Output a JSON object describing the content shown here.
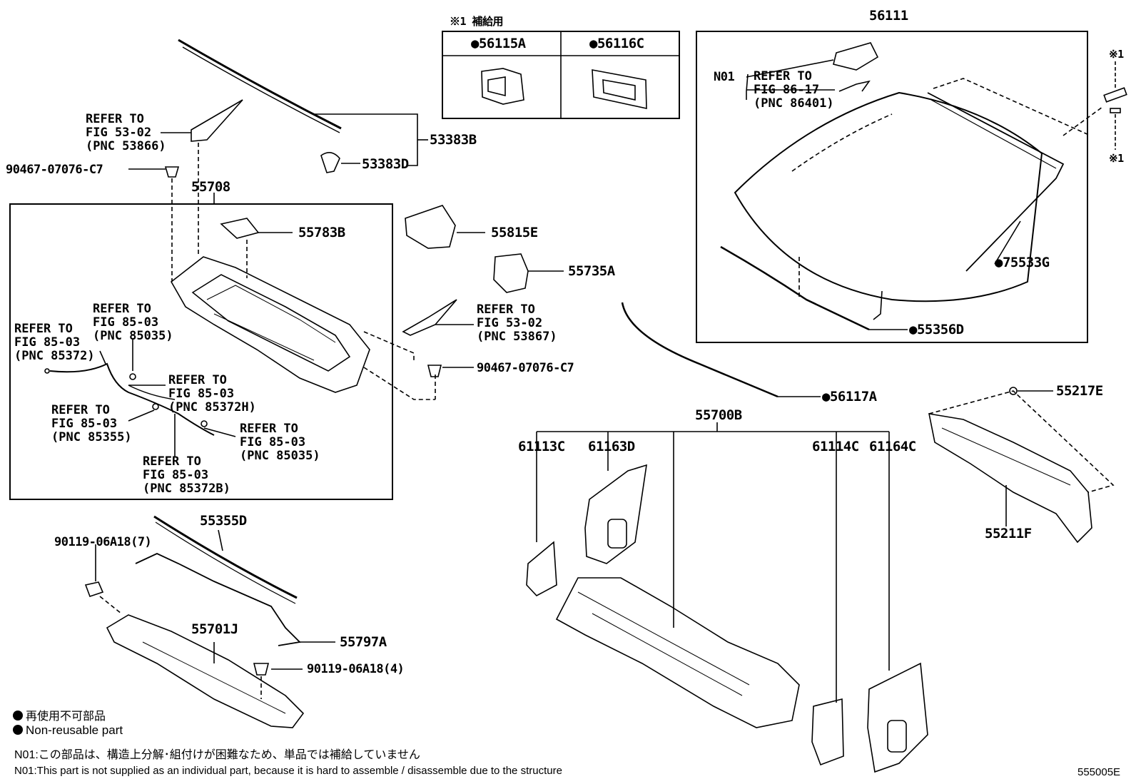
{
  "supply_note": "※1 補給用",
  "star_mark": "※1",
  "supply_parts": [
    {
      "label": "●56115A"
    },
    {
      "label": "●56116C"
    }
  ],
  "parts": {
    "p56111": "56111",
    "p53383B": "53383B",
    "p53383D": "53383D",
    "p55708": "55708",
    "p55783B": "55783B",
    "p55815E": "55815E",
    "p55735A": "55735A",
    "p75533G": "●75533G",
    "p55356D": "●55356D",
    "p56117A": "●56117A",
    "p55217E": "55217E",
    "p55211F": "55211F",
    "p55700B": "55700B",
    "p61113C": "61113C",
    "p61163D": "61163D",
    "p61114C": "61114C",
    "p61164C": "61164C",
    "p55355D": "55355D",
    "p55701J": "55701J",
    "p55797A": "55797A",
    "p90119_7": "90119-06A18(7)",
    "p90119_4": "90119-06A18(4)",
    "p90467_a": "90467-07076-C7",
    "p90467_b": "90467-07076-C7",
    "n01": "N01"
  },
  "refs": {
    "r53866": "REFER TO\nFIG 53-02\n(PNC 53866)",
    "r86401": "REFER TO\nFIG 86-17\n(PNC 86401)",
    "r53867": "REFER TO\nFIG 53-02\n(PNC 53867)",
    "r85372": "REFER TO\nFIG 85-03\n(PNC 85372)",
    "r85035a": "REFER TO\nFIG 85-03\n(PNC 85035)",
    "r85372H": "REFER TO\nFIG 85-03\n(PNC 85372H)",
    "r85355": "REFER TO\nFIG 85-03\n(PNC 85355)",
    "r85035b": "REFER TO\nFIG 85-03\n(PNC 85035)",
    "r85372B": "REFER TO\nFIG 85-03\n(PNC 85372B)"
  },
  "legend": {
    "jp": "再使用不可部品",
    "en": "Non-reusable part"
  },
  "notes": {
    "jp": "N01:この部品は、構造上分解･組付けが困難なため、単品では補給していません",
    "en": "N01:This part is not supplied as an individual part, because it is hard to assemble / disassemble due to the structure"
  },
  "figure_id": "555005E"
}
